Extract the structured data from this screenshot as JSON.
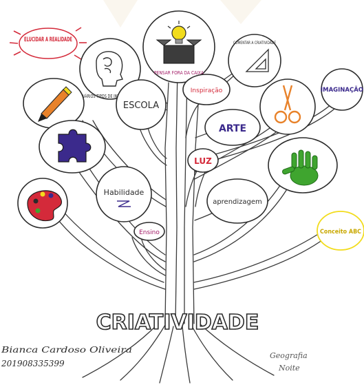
{
  "title": "CRIATIVIDADE",
  "nodes": {
    "elucidar": "ELUCIDAR A REALIDADE",
    "tipos": "VÁRIOS TIPOS DE INTELIGÊNCIA",
    "pensar": "PENSAR FORA DA CAIXA",
    "comentar": "COMENTAR A CRIATIVIDADE",
    "escola": "ESCOLA",
    "inspiracao": "Inspiração",
    "arte": "ARTE",
    "imaginacao": "IMAGINAÇÃO",
    "luz": "LUZ",
    "habilidade": "Habilidade",
    "aprendizagem": "aprendizagem",
    "ensino": "Ensino",
    "conceito": "Conceito ABC"
  },
  "author": {
    "name": "Bianca Cardoso Oliveira",
    "id": "201908335399"
  },
  "course": {
    "subject": "Geografia",
    "shift": "Noite"
  },
  "colors": {
    "ink": "#2b2b2b",
    "red": "#d42a3a",
    "purple": "#3b2a8c",
    "orange": "#e8822a",
    "green": "#3fa52f",
    "yellow": "#f2dc1c",
    "magenta": "#a21b66"
  },
  "icons": [
    "pencil-icon",
    "puzzle-piece-icon",
    "paint-palette-icon",
    "light-bulb-icon",
    "head-profile-icon",
    "set-square-icon",
    "scissors-icon",
    "hand-print-icon"
  ]
}
